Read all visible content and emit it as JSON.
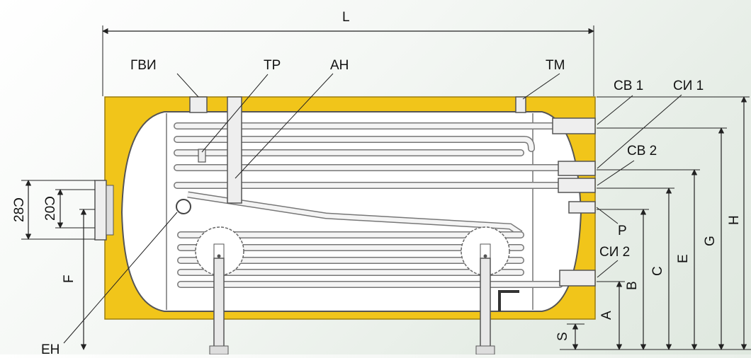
{
  "colors": {
    "insulation": "#f1c51a",
    "tank": "#ffffff",
    "coil": "#f2f2f2",
    "outline": "#555555",
    "line": "#222222"
  },
  "labels": {
    "L": "L",
    "gvi": "ГВИ",
    "tp": "ТР",
    "ah": "АН",
    "tm": "ТМ",
    "cb1": "СВ 1",
    "ci1": "СИ 1",
    "cb2": "СВ 2",
    "p": "Р",
    "ci2": "СИ 2",
    "eh": "ЕН",
    "d280": "28Ɔ",
    "d200": "20Ɔ",
    "F": "F",
    "S": "S",
    "A": "A",
    "B": "B",
    "C": "C",
    "E": "E",
    "G": "G",
    "H": "H"
  }
}
